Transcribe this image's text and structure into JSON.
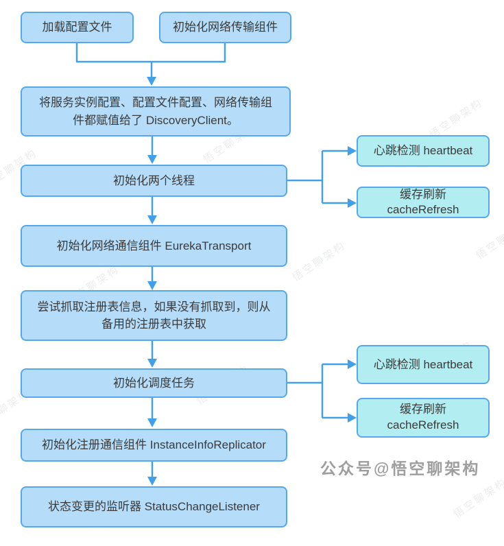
{
  "diagram": {
    "type": "flowchart",
    "topic": "Eureka DiscoveryClient initialization flow",
    "nodes": {
      "load_config": {
        "label": "加载配置文件",
        "kind": "main"
      },
      "init_transport": {
        "label": "初始化网络传输组件",
        "kind": "main"
      },
      "assign_discovery": {
        "label": "将服务实例配置、配置文件配置、网络传输组\n件都赋值给了 DiscoveryClient。",
        "kind": "main"
      },
      "init_threads": {
        "label": "初始化两个线程",
        "kind": "main"
      },
      "heartbeat_1": {
        "label": "心跳检测 heartbeat",
        "kind": "side"
      },
      "cache_refresh_1": {
        "label": "缓存刷新\ncacheRefresh",
        "kind": "side"
      },
      "eureka_transport": {
        "label": "初始化网络通信组件 EurekaTransport",
        "kind": "main"
      },
      "fetch_registry": {
        "label": "尝试抓取注册表信息，如果没有抓取到，则从\n备用的注册表中获取",
        "kind": "main"
      },
      "init_scheduler": {
        "label": "初始化调度任务",
        "kind": "main"
      },
      "heartbeat_2": {
        "label": "心跳检测 heartbeat",
        "kind": "side"
      },
      "cache_refresh_2": {
        "label": "缓存刷新\ncacheRefresh",
        "kind": "side"
      },
      "instance_replicator": {
        "label": "初始化注册通信组件 InstanceInfoReplicator",
        "kind": "main"
      },
      "status_listener": {
        "label": "状态变更的监听器 StatusChangeListener",
        "kind": "main"
      }
    },
    "edges": [
      {
        "from": "load_config",
        "to": "assign_discovery"
      },
      {
        "from": "init_transport",
        "to": "assign_discovery"
      },
      {
        "from": "assign_discovery",
        "to": "init_threads"
      },
      {
        "from": "init_threads",
        "to": "heartbeat_1"
      },
      {
        "from": "init_threads",
        "to": "cache_refresh_1"
      },
      {
        "from": "init_threads",
        "to": "eureka_transport"
      },
      {
        "from": "eureka_transport",
        "to": "fetch_registry"
      },
      {
        "from": "fetch_registry",
        "to": "init_scheduler"
      },
      {
        "from": "init_scheduler",
        "to": "heartbeat_2"
      },
      {
        "from": "init_scheduler",
        "to": "cache_refresh_2"
      },
      {
        "from": "init_scheduler",
        "to": "instance_replicator"
      },
      {
        "from": "instance_replicator",
        "to": "status_listener"
      }
    ]
  },
  "watermark": {
    "signature": "公众号@悟空聊架构",
    "tile_text": "悟空聊架构"
  },
  "colors": {
    "main_box_fill": "#B5DDF9",
    "side_box_fill": "#B2EEF1",
    "box_border": "#55A8EC",
    "connector": "#41A0E8",
    "text": "#3A3A3A",
    "signature": "#9E9E9E",
    "background": "#FFFFFF"
  }
}
